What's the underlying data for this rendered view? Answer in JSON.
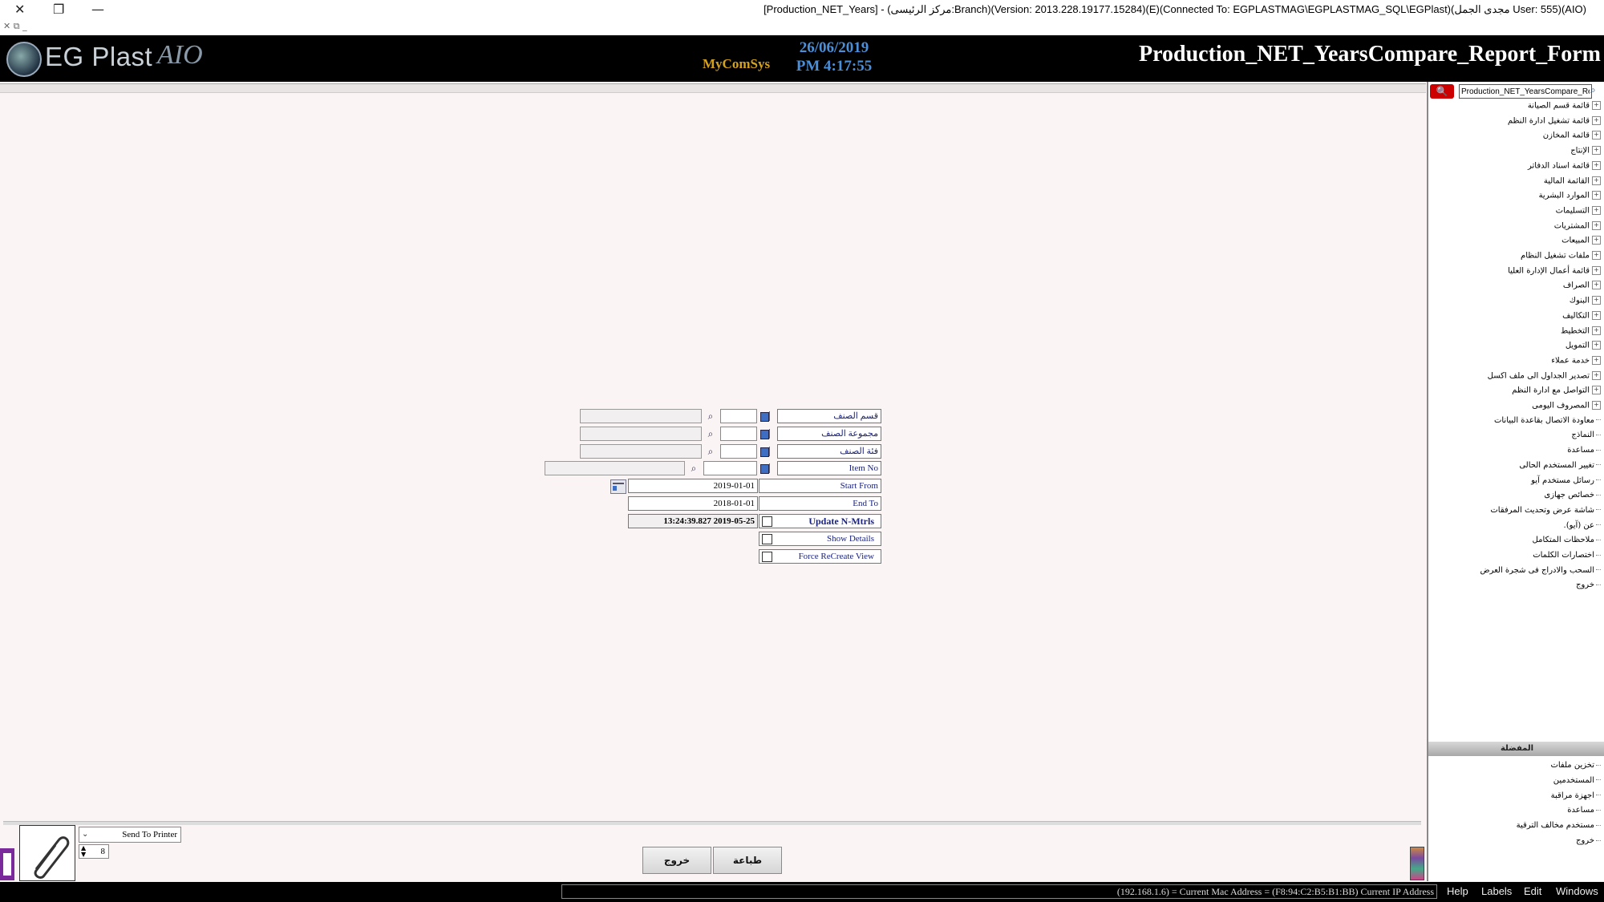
{
  "window": {
    "title": "[Production_NET_Years] - (مركز الرئيسى:Branch)(Version: 2013.228.19177.15284)(E)(Connected To: EGPLASTMAG\\EGPLASTMAG_SQL\\EGPlast)(مجدى الجمل User: 555)(AIO)"
  },
  "banner": {
    "logo_text": "EG Plast",
    "logo_suffix": "AIO",
    "mycomsys": "MyComSys",
    "date": "26/06/2019",
    "time": "PM 4:17:55",
    "form_title": "Production_NET_YearsCompare_Report_Form"
  },
  "sidebar": {
    "search_value": "Production_NET_YearsCompare_Report_Form",
    "search_button_icon": "search-icon",
    "items": [
      {
        "label": "قائمة قسم الصيانة",
        "expandable": true
      },
      {
        "label": "قائمة تشغيل ادارة النظم",
        "expandable": true
      },
      {
        "label": "قائمة المخازن",
        "expandable": true
      },
      {
        "label": "الإنتاج",
        "expandable": true
      },
      {
        "label": "قائمة اسناد الدفاتر",
        "expandable": true
      },
      {
        "label": "القائمة المالية",
        "expandable": true
      },
      {
        "label": "الموارد البشرية",
        "expandable": true
      },
      {
        "label": "التسليمات",
        "expandable": true
      },
      {
        "label": "المشتريات",
        "expandable": true
      },
      {
        "label": "المبيعات",
        "expandable": true
      },
      {
        "label": "ملفات تشغيل النظام",
        "expandable": true
      },
      {
        "label": "قائمة أعمال الإدارة العليا",
        "expandable": true
      },
      {
        "label": "الصراف",
        "expandable": true
      },
      {
        "label": "البنوك",
        "expandable": true
      },
      {
        "label": "التكاليف",
        "expandable": true
      },
      {
        "label": "التخطيط",
        "expandable": true
      },
      {
        "label": "التمويل",
        "expandable": true
      },
      {
        "label": "خدمة عملاء",
        "expandable": true
      },
      {
        "label": "تصدير الجداول الى ملف اكسل",
        "expandable": true
      },
      {
        "label": "التواصل مع ادارة النظم",
        "expandable": true
      },
      {
        "label": "المصروف اليومى",
        "expandable": true
      },
      {
        "label": "معاودة الاتصال بقاعدة البيانات",
        "expandable": false
      },
      {
        "label": "النماذج",
        "expandable": false
      },
      {
        "label": "مساعدة",
        "expandable": false
      },
      {
        "label": "تغيير المستخدم الحالى",
        "expandable": false
      },
      {
        "label": "رسائل مستخدم آيو",
        "expandable": false
      },
      {
        "label": "خصائص جهازى",
        "expandable": false
      },
      {
        "label": "شاشة عرض وتحديث المرفقات",
        "expandable": false
      },
      {
        "label": "عن (آيو).",
        "expandable": false
      },
      {
        "label": "ملاحظات المتكامل",
        "expandable": false
      },
      {
        "label": "اختصارات الكلمات",
        "expandable": false
      },
      {
        "label": "السحب والادراج فى شجرة العرض",
        "expandable": false
      },
      {
        "label": "خروج",
        "expandable": false
      }
    ],
    "favorites_title": "المفضلة",
    "favorites": [
      {
        "label": "تخزين ملفات"
      },
      {
        "label": "المستخدمين"
      },
      {
        "label": "اجهزة مراقبة"
      },
      {
        "label": "مساعدة"
      },
      {
        "label": "مستخدم مخالف الترقية"
      },
      {
        "label": "خروج"
      }
    ]
  },
  "form": {
    "fields": [
      {
        "label": "قسم الصنف",
        "code": "",
        "name": ""
      },
      {
        "label": "مجموعة الصنف",
        "code": "",
        "name": ""
      },
      {
        "label": "فئة الصنف",
        "code": "",
        "name": ""
      },
      {
        "label": "Item No",
        "code": "",
        "name": ""
      }
    ],
    "start_from_label": "Start From",
    "start_from_value": "2019-01-01",
    "end_to_label": "End To",
    "end_to_value": "2018-01-01",
    "update_label": "Update N-Mtrls",
    "update_value": "13:24:39.827 2019-05-25",
    "update_checked": false,
    "show_details_label": "Show Details",
    "show_details_checked": false,
    "force_recreate_label": "Force ReCreate View",
    "force_recreate_checked": false
  },
  "bottom": {
    "send_to": "Send To Printer",
    "copies": "8",
    "exit_button": "خروج",
    "print_button": "طباعة"
  },
  "statusbar": {
    "text": "(192.168.1.6) = Current Mac Address = (F8:94:C2:B5:B1:BB) Current IP Address",
    "menus": [
      "Help",
      "Labels",
      "Edit",
      "Windows"
    ]
  }
}
